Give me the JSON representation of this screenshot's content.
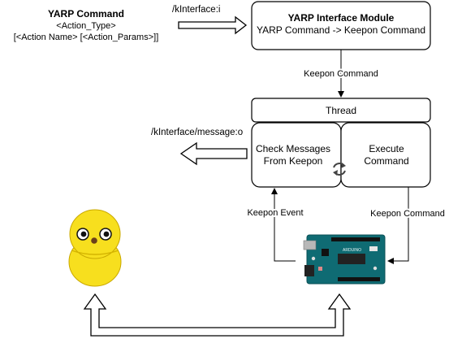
{
  "yarp_command": {
    "title": "YARP Command",
    "line1": "<Action_Type>",
    "line2": "[<Action Name> [<Action_Params>]]"
  },
  "port_in_label": "/kInterface:i",
  "interface_module": {
    "title": "YARP Interface Module",
    "subtitle": "YARP Command -> Keepon Command"
  },
  "keepon_command_top": "Keepon Command",
  "thread": {
    "label": "Thread",
    "check_line1": "Check Messages",
    "check_line2": "From Keepon",
    "execute_line1": "Execute",
    "execute_line2": "Command"
  },
  "port_out_label": "/kInterface/message:o",
  "keepon_event": "Keepon Event",
  "keepon_command_right": "Keepon Command",
  "icons": {
    "cycle": "refresh-icon",
    "robot": "keepon-robot-icon",
    "board": "arduino-board-icon"
  },
  "colors": {
    "robot_yellow": "#f7df1e",
    "board_teal": "#0f6b73",
    "stroke": "#000000"
  }
}
